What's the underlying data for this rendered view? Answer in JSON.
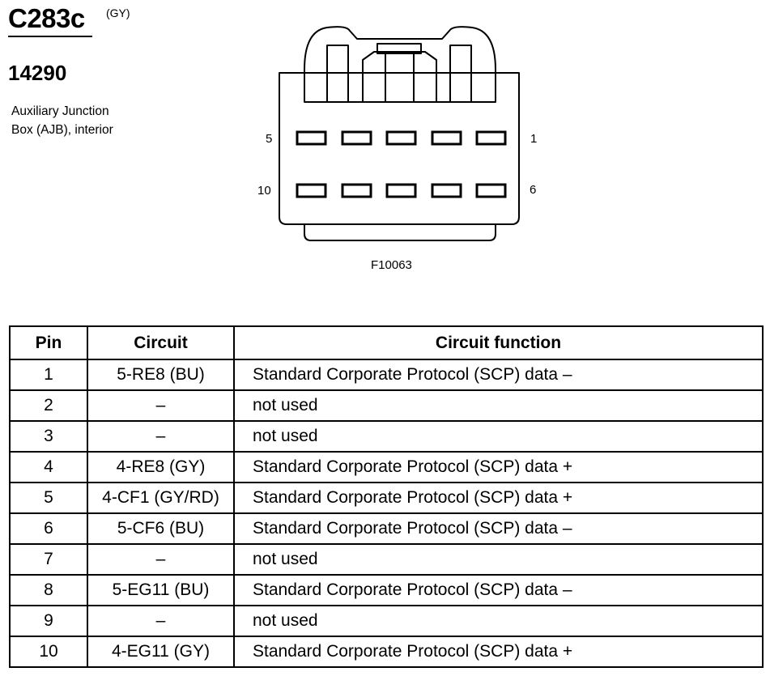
{
  "connector": {
    "id": "C283c",
    "color": "(GY)",
    "part_number": "14290",
    "description_lines": [
      "Auxiliary Junction",
      "Box (AJB), interior"
    ]
  },
  "diagram": {
    "pin_labels": {
      "top_left": "5",
      "top_right": "1",
      "bottom_left": "10",
      "bottom_right": "6"
    },
    "figure_id": "F10063"
  },
  "table": {
    "headers": [
      "Pin",
      "Circuit",
      "Circuit function"
    ],
    "rows": [
      {
        "pin": "1",
        "circuit": "5-RE8 (BU)",
        "function": "Standard Corporate Protocol (SCP) data –"
      },
      {
        "pin": "2",
        "circuit": "–",
        "function": "not used"
      },
      {
        "pin": "3",
        "circuit": "–",
        "function": "not used"
      },
      {
        "pin": "4",
        "circuit": "4-RE8 (GY)",
        "function": "Standard Corporate Protocol (SCP) data +"
      },
      {
        "pin": "5",
        "circuit": "4-CF1 (GY/RD)",
        "function": "Standard Corporate Protocol (SCP) data +"
      },
      {
        "pin": "6",
        "circuit": "5-CF6 (BU)",
        "function": "Standard Corporate Protocol (SCP) data –"
      },
      {
        "pin": "7",
        "circuit": "–",
        "function": "not used"
      },
      {
        "pin": "8",
        "circuit": "5-EG11 (BU)",
        "function": "Standard Corporate Protocol (SCP) data –"
      },
      {
        "pin": "9",
        "circuit": "–",
        "function": "not used"
      },
      {
        "pin": "10",
        "circuit": "4-EG11 (GY)",
        "function": "Standard Corporate Protocol (SCP) data +"
      }
    ]
  }
}
